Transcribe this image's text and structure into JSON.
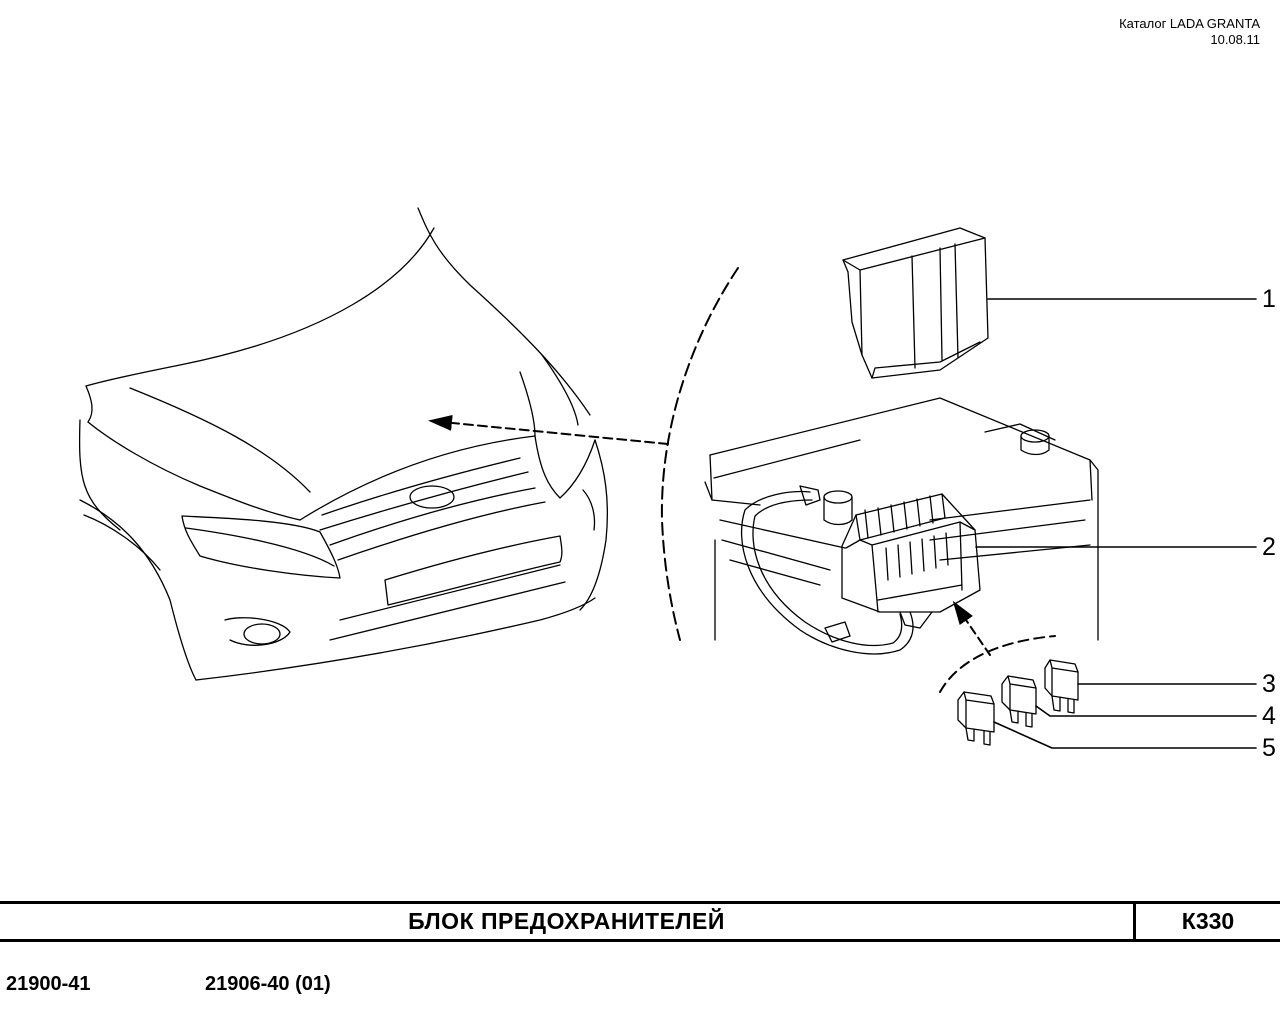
{
  "header": {
    "catalog": "Каталог LADA  GRANTA",
    "date": "10.08.11"
  },
  "callouts": [
    "1",
    "2",
    "3",
    "4",
    "5"
  ],
  "title_bar": {
    "title": "БЛОК  ПРЕДОХРАНИТЕЛЕЙ",
    "code": "К330"
  },
  "models": [
    "21900-41",
    "21906-40 (01)"
  ]
}
